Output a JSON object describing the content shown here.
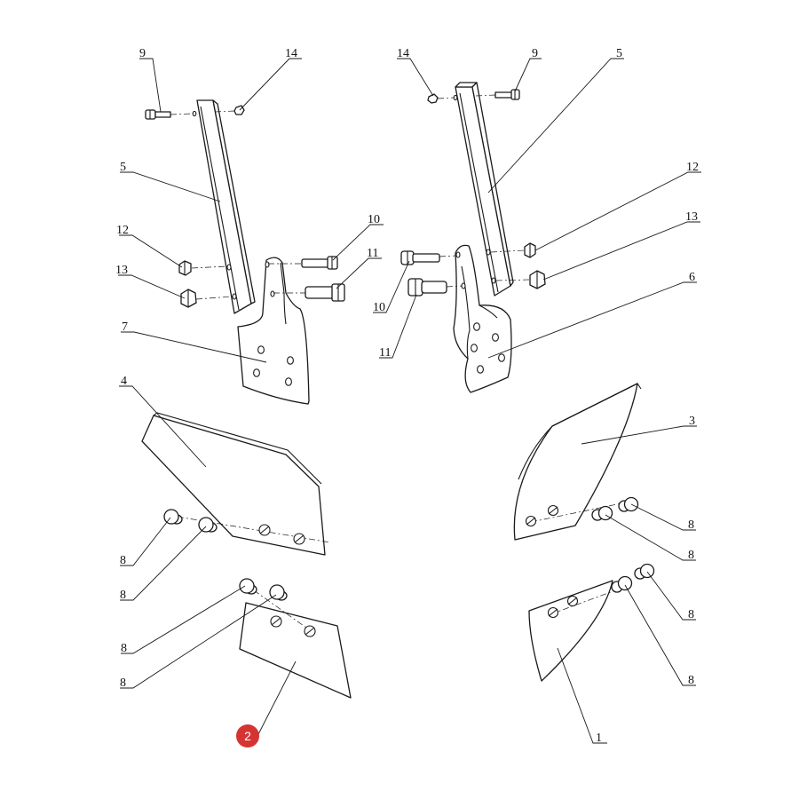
{
  "callouts": {
    "l9": "9",
    "l14": "14",
    "l5": "5",
    "l12": "12",
    "l13": "13",
    "l7": "7",
    "l10": "10",
    "l11": "11",
    "l4": "4",
    "l8": "8",
    "r14": "14",
    "r9": "9",
    "r5": "5",
    "r12": "12",
    "r13": "13",
    "r10": "10",
    "r11": "11",
    "r6": "6",
    "r3": "3",
    "r8": "8",
    "r1": "1"
  },
  "badge": {
    "label": "2",
    "color": "#d63333"
  }
}
